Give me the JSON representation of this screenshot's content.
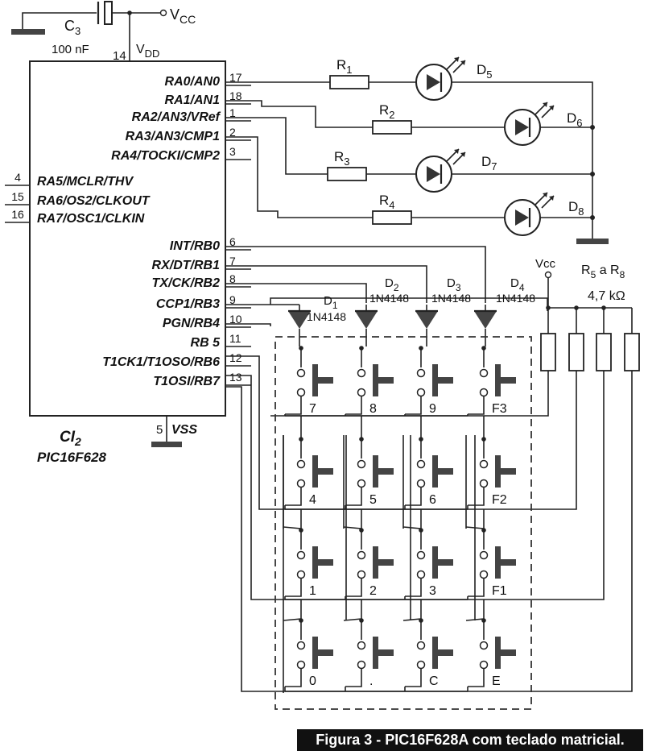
{
  "ic": {
    "ref": "CI",
    "ref_sub": "2",
    "part": "PIC16F628",
    "vdd_label": "V",
    "vdd_sub": "DD",
    "vdd_pin": "14",
    "vss_label": "VSS",
    "vss_pin": "5",
    "right_pins": [
      {
        "num": "17",
        "name": "RA0/AN0"
      },
      {
        "num": "18",
        "name": "RA1/AN1"
      },
      {
        "num": "1",
        "name": "RA2/AN3/VRef"
      },
      {
        "num": "2",
        "name": "RA3/AN3/CMP1"
      },
      {
        "num": "3",
        "name": "RA4/TOCKI/CMP2"
      },
      {
        "num": "6",
        "name": "INT/RB0"
      },
      {
        "num": "7",
        "name": "RX/DT/RB1"
      },
      {
        "num": "8",
        "name": "TX/CK/RB2"
      },
      {
        "num": "9",
        "name": "CCP1/RB3"
      },
      {
        "num": "10",
        "name": "PGN/RB4"
      },
      {
        "num": "11",
        "name": "RB 5"
      },
      {
        "num": "12",
        "name": "T1CK1/T1OSO/RB6"
      },
      {
        "num": "13",
        "name": "T1OSI/RB7"
      }
    ],
    "left_pins": [
      {
        "num": "4",
        "name": "RA5/MCLR/THV"
      },
      {
        "num": "15",
        "name": "RA6/OS2/CLKOUT"
      },
      {
        "num": "16",
        "name": "RA7/OSC1/CLKIN"
      }
    ]
  },
  "cap": {
    "ref": "C",
    "ref_sub": "3",
    "value": "100 nF"
  },
  "vcc_top": {
    "label": "V",
    "sub": "CC"
  },
  "vcc_mid": "Vcc",
  "resistors_led": [
    {
      "ref": "R",
      "sub": "1"
    },
    {
      "ref": "R",
      "sub": "2"
    },
    {
      "ref": "R",
      "sub": "3"
    },
    {
      "ref": "R",
      "sub": "4"
    }
  ],
  "leds": [
    {
      "ref": "D",
      "sub": "5"
    },
    {
      "ref": "D",
      "sub": "6"
    },
    {
      "ref": "D",
      "sub": "7"
    },
    {
      "ref": "D",
      "sub": "8"
    }
  ],
  "diodes": [
    {
      "ref": "D",
      "sub": "1",
      "part": "1N4148"
    },
    {
      "ref": "D",
      "sub": "2",
      "part": "1N4148"
    },
    {
      "ref": "D",
      "sub": "3",
      "part": "1N4148"
    },
    {
      "ref": "D",
      "sub": "4",
      "part": "1N4148"
    }
  ],
  "pullups": {
    "ref": "R",
    "sub1": "5",
    "mid": " a R",
    "sub2": "8",
    "value": "4,7 kΩ"
  },
  "keys": [
    [
      "7",
      "8",
      "9",
      "F3"
    ],
    [
      "4",
      "5",
      "6",
      "F2"
    ],
    [
      "1",
      "2",
      "3",
      "F1"
    ],
    [
      "0",
      ".",
      "C",
      "E"
    ]
  ],
  "caption": "Figura 3 - PIC16F628A com teclado matricial."
}
